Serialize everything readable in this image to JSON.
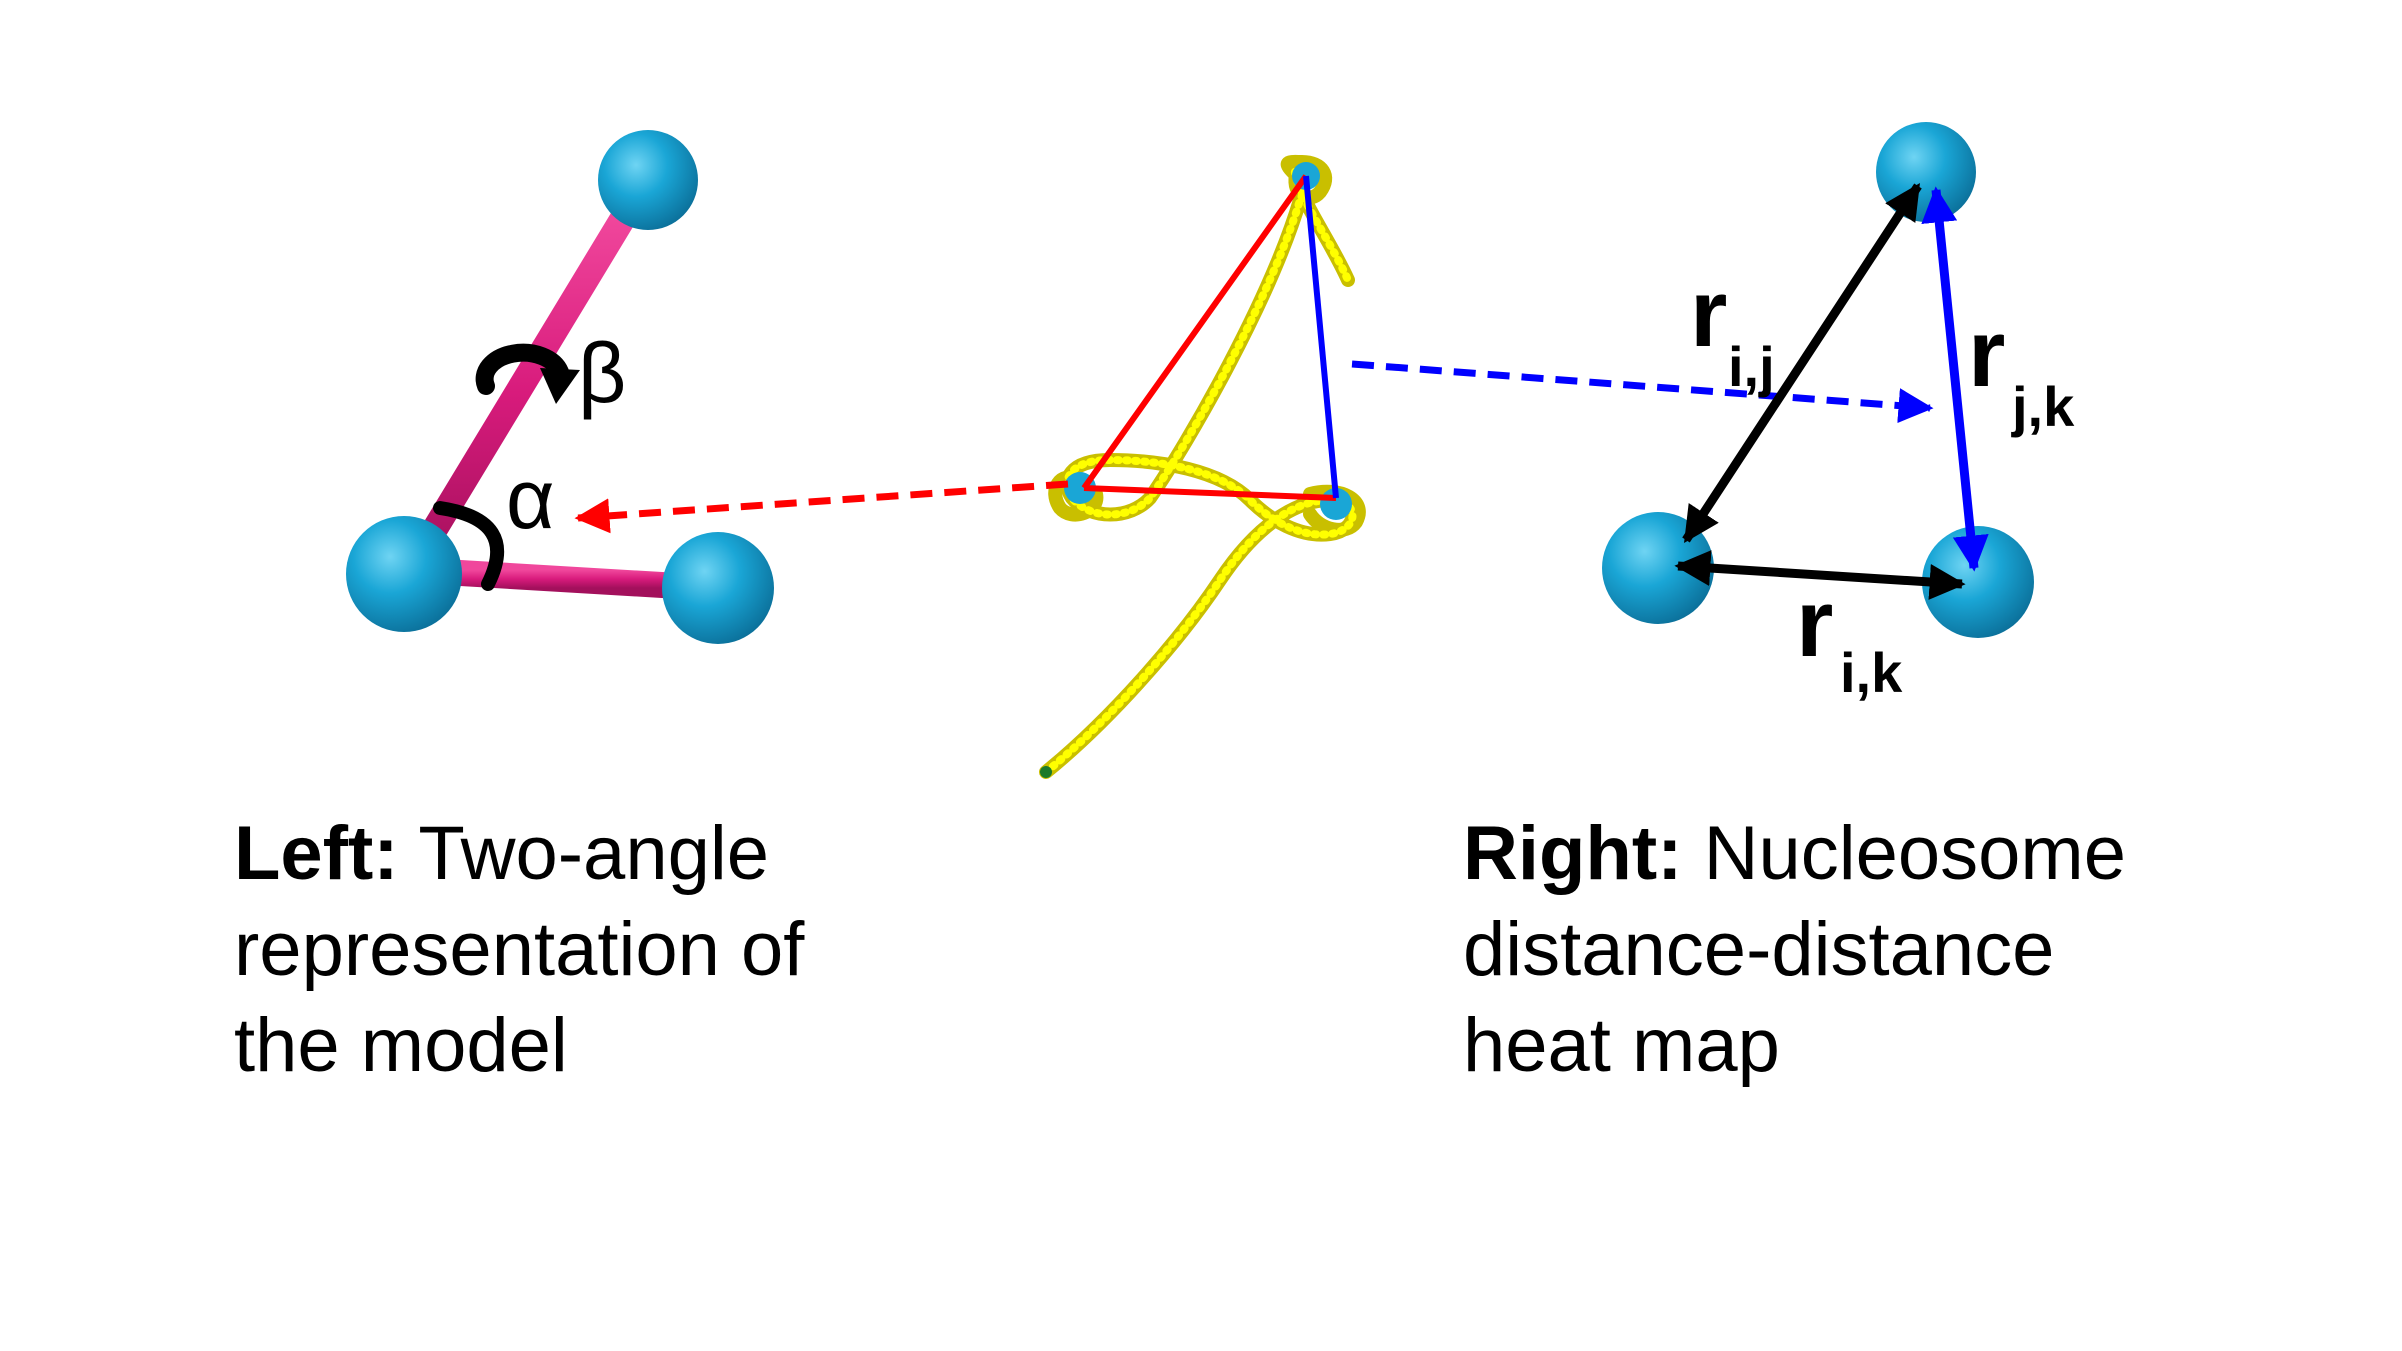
{
  "left_panel": {
    "angle_alpha": "α",
    "angle_beta": "β",
    "caption": {
      "bold": "Left:",
      "line1_rest": " Two-angle",
      "line2": "representation of",
      "line3": "the model"
    }
  },
  "right_panel": {
    "labels": {
      "r_ij": {
        "base": "r",
        "sub": "i,j"
      },
      "r_jk": {
        "base": "r",
        "sub": "j,k"
      },
      "r_ik": {
        "base": "r",
        "sub": "i,k"
      }
    },
    "caption": {
      "bold": "Right:",
      "line1_rest": " Nucleosome",
      "line2": "distance-distance",
      "line3": "heat map"
    }
  },
  "colors": {
    "nucleosome": "#1aa6d6",
    "linker": "#d81b7c",
    "chain": "#e6e000",
    "red_arrow": "#ff0000",
    "blue_arrow": "#0000ff",
    "black_arrow": "#000000"
  }
}
